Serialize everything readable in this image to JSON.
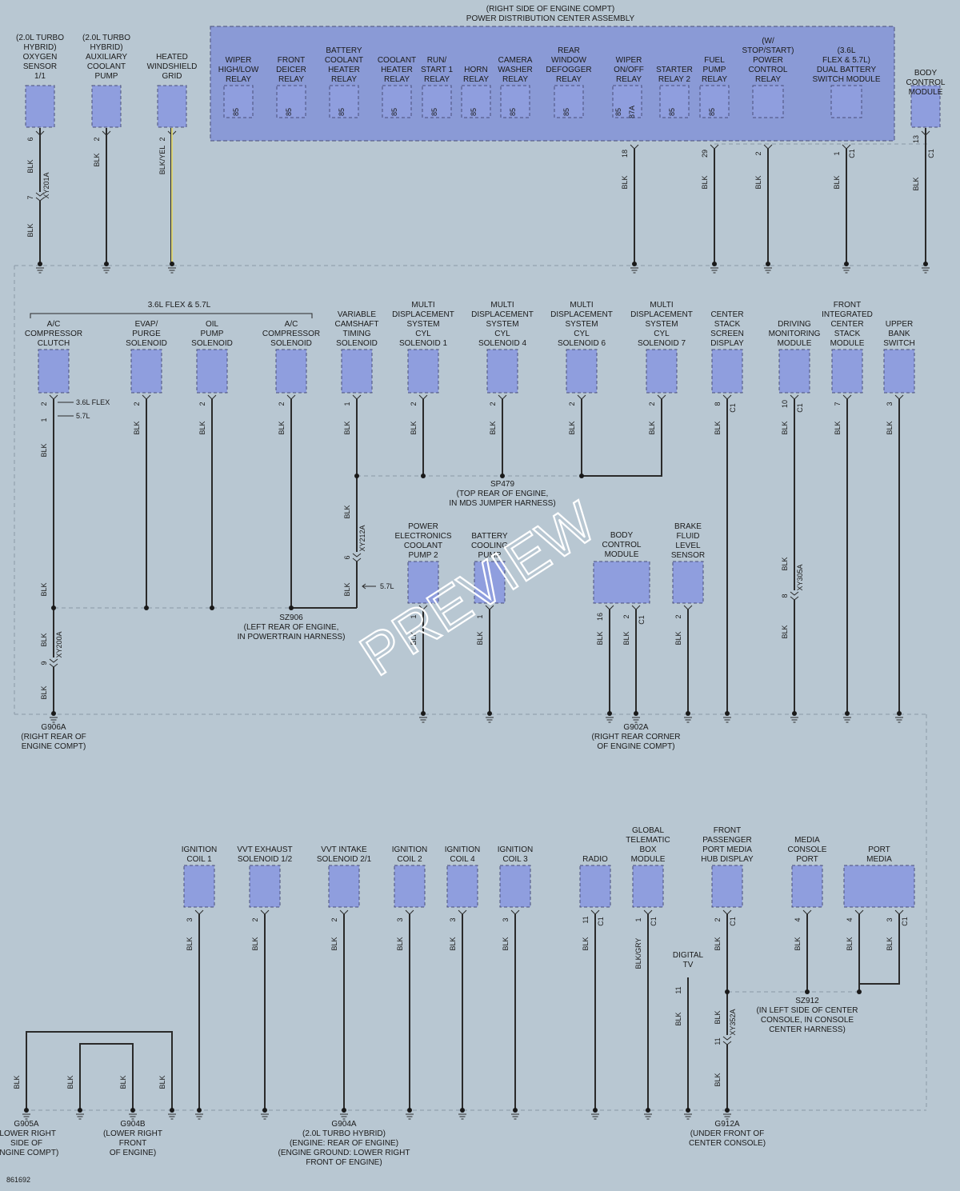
{
  "pdc": {
    "header": [
      "(RIGHT SIDE OF ENGINE COMPT)",
      "POWER DISTRIBUTION CENTER ASSEMBLY"
    ],
    "relays": [
      {
        "label": [
          "WIPER",
          "HIGH/LOW",
          "RELAY"
        ],
        "pin": "85"
      },
      {
        "label": [
          "FRONT",
          "DEICER",
          "RELAY"
        ],
        "pin": "85"
      },
      {
        "label": [
          "BATTERY",
          "COOLANT",
          "HEATER",
          "RELAY"
        ],
        "pin": "85"
      },
      {
        "label": [
          "COOLANT",
          "HEATER",
          "RELAY"
        ],
        "pin": "85"
      },
      {
        "label": [
          "RUN/",
          "START 1",
          "RELAY"
        ],
        "pin": "85"
      },
      {
        "label": [
          "HORN",
          "RELAY"
        ],
        "pin": "85"
      },
      {
        "label": [
          "CAMERA",
          "WASHER",
          "RELAY"
        ],
        "pin": "85"
      },
      {
        "label": [
          "REAR",
          "WINDOW",
          "DEFOGGER",
          "RELAY"
        ],
        "pin": "85"
      },
      {
        "label": [
          "WIPER",
          "ON/OFF",
          "RELAY"
        ],
        "pin": "85",
        "pin2": "87A"
      },
      {
        "label": [
          "STARTER",
          "RELAY 2"
        ],
        "pin": "85"
      },
      {
        "label": [
          "FUEL",
          "PUMP",
          "RELAY"
        ],
        "pin": "85"
      },
      {
        "label": [
          "(W/",
          "STOP/START)",
          "POWER",
          "CONTROL",
          "RELAY"
        ],
        "pin": ""
      },
      {
        "label": [
          "(3.6L",
          "FLEX & 5.7L)",
          "DUAL BATTERY",
          "SWITCH MODULE"
        ],
        "pin": ""
      }
    ],
    "outputs": [
      {
        "pin": "18",
        "wire": "BLK"
      },
      {
        "pin": "29",
        "wire": "BLK"
      },
      {
        "pin": "2",
        "wire": "BLK"
      },
      {
        "pin": "1",
        "conn": "C1",
        "wire": "BLK"
      }
    ]
  },
  "row1": [
    {
      "label": [
        "(2.0L TURBO",
        "HYBRID)",
        "OXYGEN",
        "SENSOR",
        "1/1"
      ],
      "pin": "6",
      "wire": "BLK",
      "inline": "XY201A",
      "inline_pin": "7",
      "wire2": "BLK"
    },
    {
      "label": [
        "(2.0L TURBO",
        "HYBRID)",
        "AUXILIARY",
        "COOLANT",
        "PUMP"
      ],
      "pin": "2",
      "wire": "BLK"
    },
    {
      "label": [
        "HEATED",
        "WINDSHIELD",
        "GRID"
      ],
      "pin": "2",
      "wire": "BLK/YEL"
    },
    {
      "label": [
        "BODY",
        "CONTROL",
        "MODULE"
      ],
      "pin": "13",
      "conn": "C1",
      "wire": "BLK"
    }
  ],
  "row2": {
    "bracket": "3.6L FLEX & 5.7L",
    "ac_notes": [
      "3.6L FLEX",
      "5.7L"
    ],
    "components": [
      {
        "label": [
          "A/C",
          "COMPRESSOR",
          "CLUTCH"
        ],
        "pin": "2",
        "pin2": "1",
        "wire": "BLK"
      },
      {
        "label": [
          "EVAP/",
          "PURGE",
          "SOLENOID"
        ],
        "pin": "2",
        "wire": "BLK"
      },
      {
        "label": [
          "OIL",
          "PUMP",
          "SOLENOID"
        ],
        "pin": "2",
        "wire": "BLK"
      },
      {
        "label": [
          "A/C",
          "COMPRESSOR",
          "SOLENOID"
        ],
        "pin": "2",
        "wire": "BLK"
      },
      {
        "label": [
          "VARIABLE",
          "CAMSHAFT",
          "TIMING",
          "SOLENOID"
        ],
        "pin": "1",
        "wire": "BLK"
      },
      {
        "label": [
          "MULTI",
          "DISPLACEMENT",
          "SYSTEM",
          "CYL",
          "SOLENOID 1"
        ],
        "pin": "2",
        "wire": "BLK"
      },
      {
        "label": [
          "MULTI",
          "DISPLACEMENT",
          "SYSTEM",
          "CYL",
          "SOLENOID 4"
        ],
        "pin": "2",
        "wire": "BLK"
      },
      {
        "label": [
          "MULTI",
          "DISPLACEMENT",
          "SYSTEM",
          "CYL",
          "SOLENOID 6"
        ],
        "pin": "2",
        "wire": "BLK"
      },
      {
        "label": [
          "MULTI",
          "DISPLACEMENT",
          "SYSTEM",
          "CYL",
          "SOLENOID 7"
        ],
        "pin": "2",
        "wire": "BLK"
      },
      {
        "label": [
          "CENTER",
          "STACK",
          "SCREEN",
          "DISPLAY"
        ],
        "pin": "8",
        "conn": "C1",
        "wire": "BLK"
      },
      {
        "label": [
          "DRIVING",
          "MONITORING",
          "MODULE"
        ],
        "pin": "10",
        "conn": "C1",
        "wire": "BLK",
        "inline": "XY305A",
        "inline_pin": "8",
        "wire2": "BLK"
      },
      {
        "label": [
          "FRONT",
          "INTEGRATED",
          "CENTER",
          "STACK",
          "MODULE"
        ],
        "pin": "7",
        "wire": "BLK"
      },
      {
        "label": [
          "UPPER",
          "BANK",
          "SWITCH"
        ],
        "pin": "3",
        "wire": "BLK"
      }
    ],
    "sp479": [
      "SP479",
      "(TOP REAR OF ENGINE,",
      "IN MDS JUMPER HARNESS)"
    ],
    "vct_inline": {
      "name": "XY212A",
      "pin": "6",
      "wire_top": "BLK",
      "wire_bot": "BLK",
      "note": "5.7L"
    },
    "sz906": [
      "SZ906",
      "(LEFT REAR OF ENGINE,",
      "IN POWERTRAIN HARNESS)"
    ],
    "ac_inline": {
      "name": "XY200A",
      "pin": "9",
      "wire_top": "BLK",
      "wire_mid": "BLK",
      "wire_bot": "BLK"
    },
    "lower": [
      {
        "label": [
          "POWER",
          "ELECTRONICS",
          "COOLANT",
          "PUMP 2"
        ],
        "pin": "1",
        "wire": "BLK"
      },
      {
        "label": [
          "BATTERY",
          "COOLING",
          "PUMP"
        ],
        "pin": "1",
        "wire": "BLK"
      },
      {
        "label": [
          "BODY",
          "CONTROL",
          "MODULE"
        ],
        "pins": [
          "16",
          "2"
        ],
        "conn": "C1",
        "wire": "BLK"
      },
      {
        "label": [
          "BRAKE",
          "FLUID",
          "LEVEL",
          "SENSOR"
        ],
        "pin": "2",
        "wire": "BLK"
      }
    ],
    "g906a": [
      "G906A",
      "(RIGHT REAR OF",
      "ENGINE COMPT)"
    ],
    "g902a": [
      "G902A",
      "(RIGHT REAR CORNER",
      "OF ENGINE COMPT)"
    ]
  },
  "row3": {
    "components": [
      {
        "label": [
          "IGNITION",
          "COIL 1"
        ],
        "pin": "3",
        "wire": "BLK"
      },
      {
        "label": [
          "VVT EXHAUST",
          "SOLENOID 1/2"
        ],
        "pin": "2",
        "wire": "BLK"
      },
      {
        "label": [
          "VVT INTAKE",
          "SOLENOID 2/1"
        ],
        "pin": "2",
        "wire": "BLK"
      },
      {
        "label": [
          "IGNITION",
          "COIL 2"
        ],
        "pin": "3",
        "wire": "BLK"
      },
      {
        "label": [
          "IGNITION",
          "COIL 4"
        ],
        "pin": "3",
        "wire": "BLK"
      },
      {
        "label": [
          "IGNITION",
          "COIL 3"
        ],
        "pin": "3",
        "wire": "BLK"
      },
      {
        "label": [
          "RADIO"
        ],
        "pin": "11",
        "conn": "C1",
        "wire": "BLK"
      },
      {
        "label": [
          "GLOBAL",
          "TELEMATIC",
          "BOX",
          "MODULE"
        ],
        "pin": "1",
        "conn": "C1",
        "wire": "BLK/GRY"
      },
      {
        "label": [
          "FRONT",
          "PASSENGER",
          "PORT MEDIA",
          "HUB DISPLAY"
        ],
        "pin": "2",
        "conn": "C1",
        "wire": "BLK"
      },
      {
        "label": [
          "MEDIA",
          "CONSOLE",
          "PORT"
        ],
        "pin": "4",
        "wire": "BLK"
      },
      {
        "label": [
          "PORT",
          "MEDIA"
        ],
        "pins": [
          "4",
          "3"
        ],
        "conn": "C1",
        "wire": "BLK"
      }
    ],
    "digital_tv": {
      "label": [
        "DIGITAL",
        "TV"
      ],
      "pin": "11",
      "wire": "BLK"
    },
    "sz912": [
      "SZ912",
      "(IN LEFT SIDE OF CENTER",
      "CONSOLE, IN CONSOLE",
      "CENTER HARNESS)"
    ],
    "xy352a": {
      "name": "XY352A",
      "pin": "11",
      "wire": "BLK",
      "wire2": "BLK"
    },
    "ground_wires": [
      "BLK",
      "BLK",
      "BLK",
      "BLK"
    ],
    "g905a": [
      "G905A",
      "(LOWER RIGHT",
      "SIDE OF",
      "ENGINE COMPT)"
    ],
    "g904b": [
      "G904B",
      "(LOWER RIGHT",
      "FRONT",
      "OF ENGINE)"
    ],
    "g904a": [
      "G904A",
      "(2.0L TURBO HYBRID)",
      "(ENGINE: REAR OF ENGINE)",
      "(ENGINE GROUND: LOWER RIGHT",
      "FRONT OF ENGINE)"
    ],
    "g912a": [
      "G912A",
      "(UNDER FRONT OF",
      "CENTER CONSOLE)"
    ]
  },
  "footer_id": "861692",
  "watermark": "PREVIEW",
  "colors": {
    "background": "#b8c7d2",
    "component": "#8f9ede",
    "wire": "#2a2a2a",
    "bus": "#8a98a6"
  }
}
